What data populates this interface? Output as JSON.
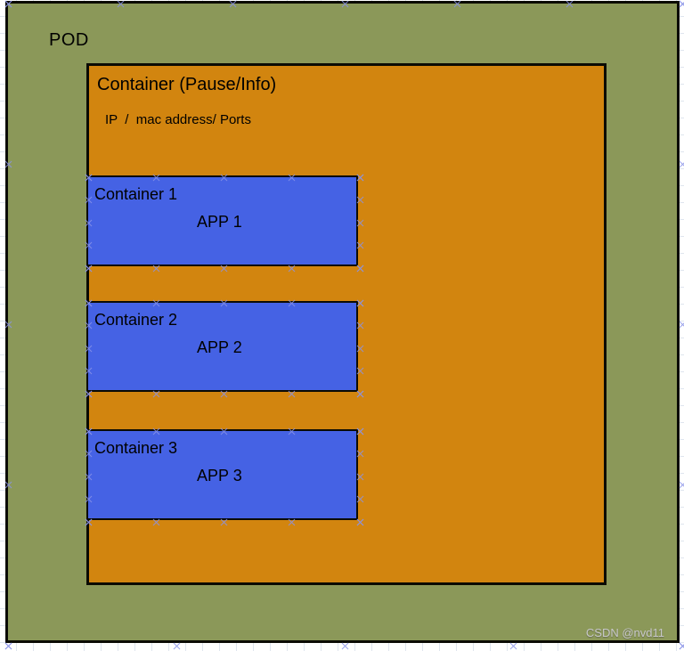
{
  "pod": {
    "label": "POD"
  },
  "pause_container": {
    "title": "Container (Pause/Info)",
    "subtitle": "IP  /  mac address/ Ports"
  },
  "containers": [
    {
      "label": "Container 1",
      "app": "APP 1"
    },
    {
      "label": "Container 2",
      "app": "APP 2"
    },
    {
      "label": "Container 3",
      "app": "APP 3"
    }
  ],
  "watermark": "CSDN @nvd11",
  "colors": {
    "pod_fill": "#8b9859",
    "pause_fill": "#d2850f",
    "container_fill": "#4562e4",
    "border": "#0b0b04",
    "handle": "#8a93e8",
    "grid": "#dfe5ee",
    "watermark": "#c9c9c9"
  }
}
